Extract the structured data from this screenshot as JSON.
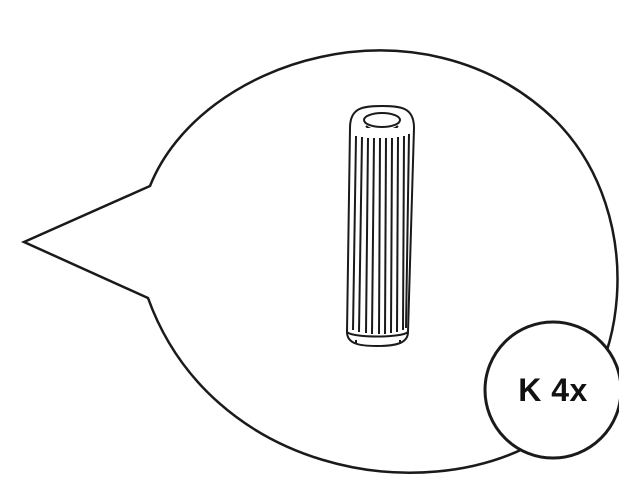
{
  "callout": {
    "part_letter": "K",
    "quantity": "4x",
    "label": "K 4x"
  },
  "part": {
    "icon": "wooden-dowel-icon"
  },
  "colors": {
    "stroke": "#1a1a1a",
    "background": "#ffffff"
  }
}
